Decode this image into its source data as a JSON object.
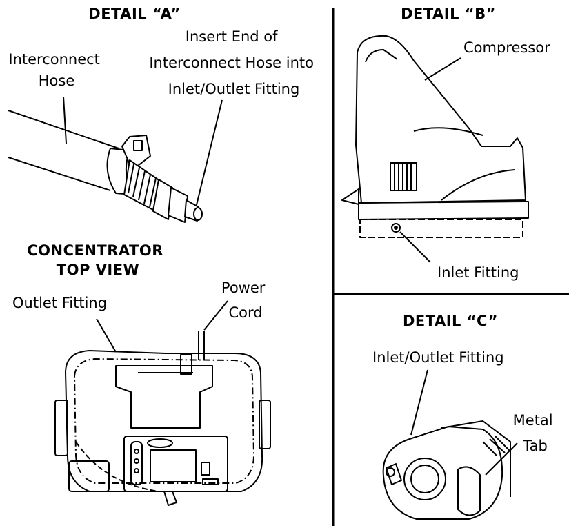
{
  "detail_a": {
    "title": "DETAIL “A”",
    "label_hose": [
      "Interconnect",
      "Hose"
    ],
    "label_insert": [
      "Insert End of",
      "Interconnect Hose into",
      "Inlet/Outlet Fitting"
    ]
  },
  "detail_b": {
    "title": "DETAIL “B”",
    "label_compressor": "Compressor",
    "label_inlet": "Inlet Fitting"
  },
  "concentrator": {
    "title": [
      "CONCENTRATOR",
      "TOP VIEW"
    ],
    "label_outlet": "Outlet Fitting",
    "label_power": [
      "Power",
      "Cord"
    ]
  },
  "detail_c": {
    "title": "DETAIL “C”",
    "label_fitting": "Inlet/Outlet Fitting",
    "label_tab": [
      "Metal",
      "Tab"
    ]
  }
}
